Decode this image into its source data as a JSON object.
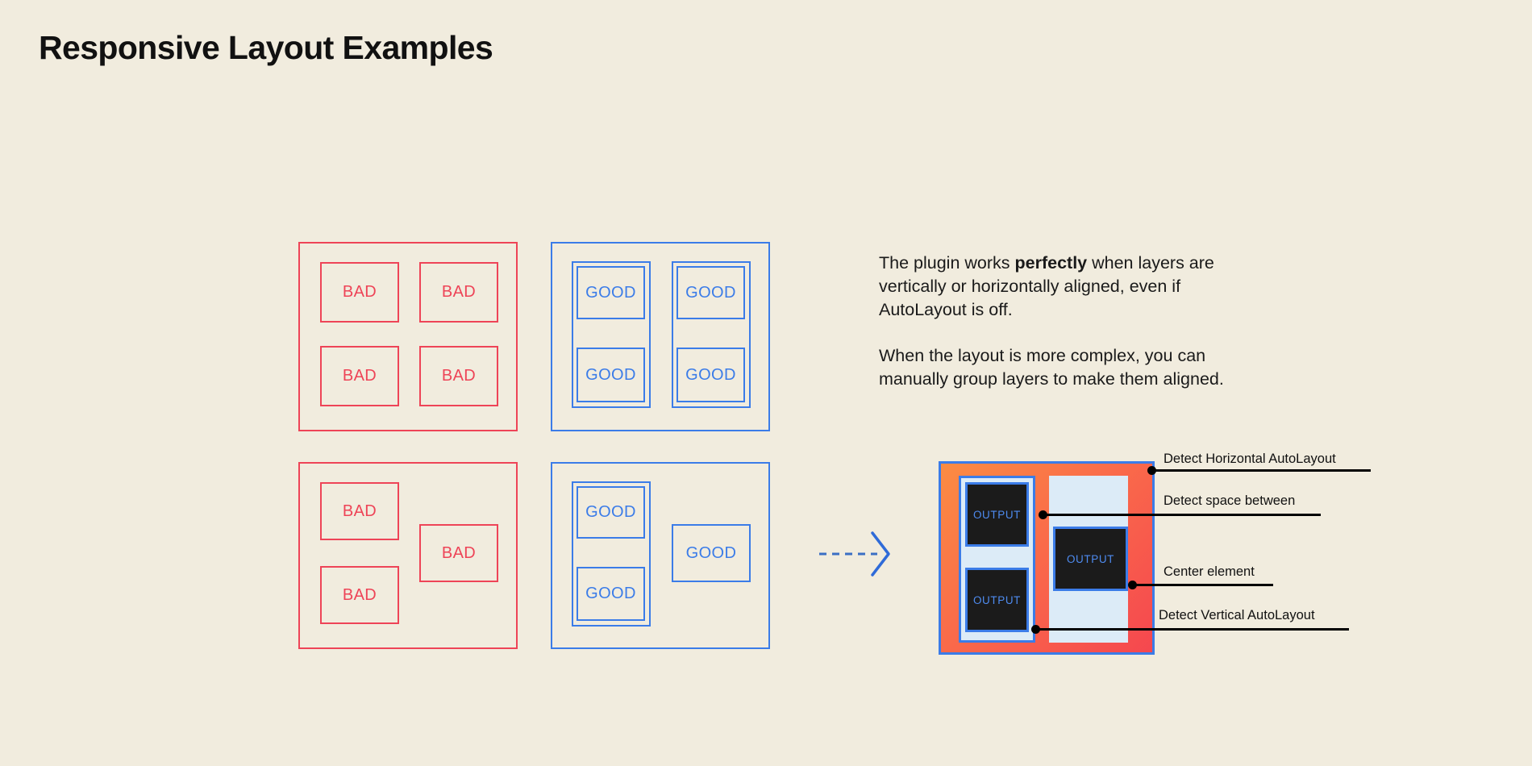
{
  "page": {
    "title": "Responsive Layout Examples",
    "background_color": "#F1ECDE"
  },
  "colors": {
    "bad": "#EE4457",
    "good": "#3B7CE8",
    "text": "#1A1A1A",
    "panel_fill_start": "#FB8C42",
    "panel_fill_end": "#F5474F",
    "group_fill": "#DCEBF7",
    "output_box_fill": "#1B1B1B",
    "output_box_text": "#4E8BF0",
    "annotation": "#000000"
  },
  "examples": {
    "bad_label": "BAD",
    "good_label": "GOOD",
    "panels": [
      {
        "name": "bad-grid-2x2",
        "variant": "bad",
        "cells": [
          "BAD",
          "BAD",
          "BAD",
          "BAD"
        ]
      },
      {
        "name": "good-grid-2x2-grouped",
        "variant": "good",
        "cells": [
          "GOOD",
          "GOOD",
          "GOOD",
          "GOOD"
        ]
      },
      {
        "name": "bad-complex",
        "variant": "bad",
        "cells": [
          "BAD",
          "BAD",
          "BAD"
        ]
      },
      {
        "name": "good-complex-grouped",
        "variant": "good",
        "cells": [
          "GOOD",
          "GOOD",
          "GOOD"
        ]
      }
    ]
  },
  "copy": {
    "paragraph_1_part_1": "The plugin works ",
    "paragraph_1_bold": "perfectly",
    "paragraph_1_part_2": " when layers are vertically or horizontally aligned, even if AutoLayout is off.",
    "paragraph_2": "When the layout is more complex, you can manually group layers to make them aligned."
  },
  "arrow": {
    "icon": "dashed-arrow-right-icon",
    "direction": "right",
    "style": "dashed"
  },
  "result": {
    "output_label": "OUTPUT",
    "boxes": [
      "OUTPUT",
      "OUTPUT",
      "OUTPUT"
    ],
    "annotations": [
      {
        "label": "Detect Horizontal AutoLayout"
      },
      {
        "label": "Detect space between"
      },
      {
        "label": "Center element"
      },
      {
        "label": "Detect Vertical AutoLayout"
      }
    ]
  }
}
